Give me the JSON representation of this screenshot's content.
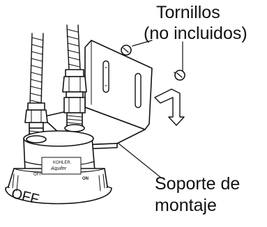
{
  "callouts": {
    "screws": {
      "line1": "Tornillos",
      "line2": "(no incluidos)"
    },
    "bracket": {
      "line1": "Soporte de",
      "line2": "montaje"
    }
  },
  "filter_housing": {
    "brand": "KOHLER.",
    "product": "Aquifer",
    "off_small": "OFF",
    "on_label": "ON",
    "off_large": "OFF"
  }
}
